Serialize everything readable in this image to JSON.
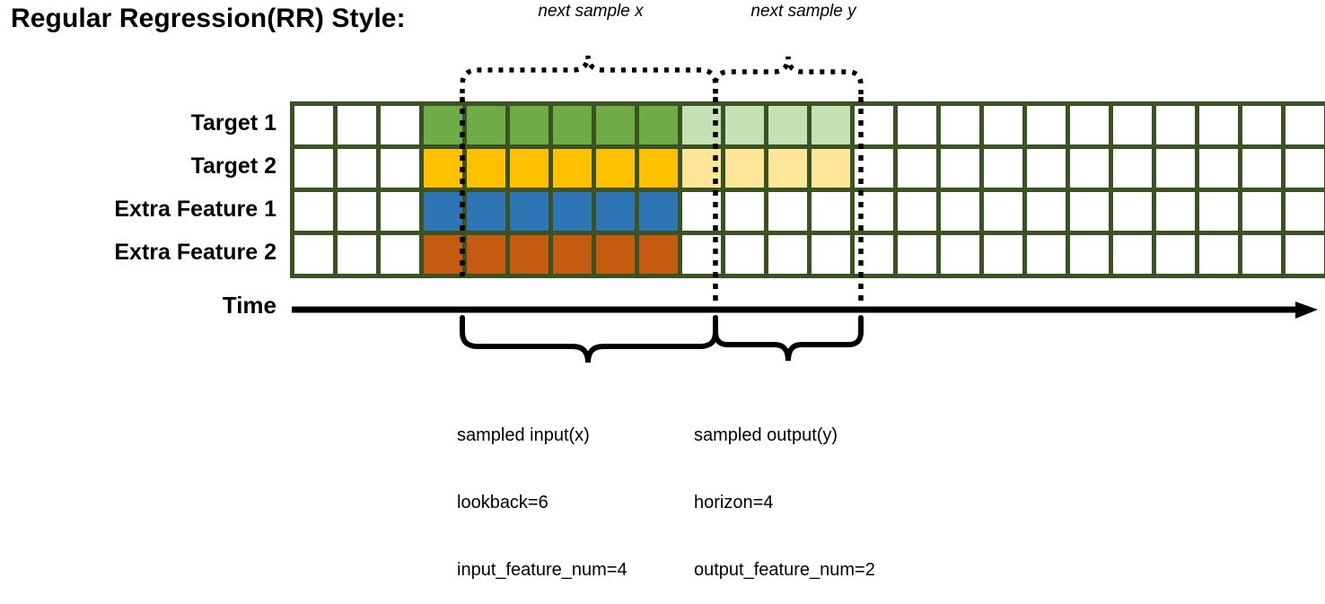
{
  "title": "Regular Regression(RR) Style:",
  "top_annotations": {
    "next_sample_x": "next sample x",
    "next_sample_y": "next sample y"
  },
  "rows": [
    {
      "label": "Target 1",
      "name": "target-1"
    },
    {
      "label": "Target 2",
      "name": "target-2"
    },
    {
      "label": "Extra Feature 1",
      "name": "extra-feature-1"
    },
    {
      "label": "Extra Feature 2",
      "name": "extra-feature-2"
    }
  ],
  "axis": {
    "label": "Time"
  },
  "bottom_annotations": {
    "input": {
      "title": "sampled input(x)",
      "lookback": "lookback=6",
      "feature_num": "input_feature_num=4"
    },
    "output": {
      "title": "sampled output(y)",
      "horizon": "horizon=4",
      "feature_num": "output_feature_num=2"
    }
  },
  "chart_data": {
    "type": "heatmap",
    "title": "Regular Regression(RR) Style:",
    "xlabel": "Time",
    "ylabel": "",
    "grid": true,
    "legend_position": "none",
    "columns_total": 24,
    "segments": {
      "pre_window": {
        "start_col": 0,
        "count": 3
      },
      "input_window": {
        "start_col": 3,
        "count": 6,
        "label": "sampled input(x)",
        "lookback": 6,
        "input_feature_num": 4
      },
      "output_window": {
        "start_col": 9,
        "count": 4,
        "label": "sampled output(y)",
        "horizon": 4,
        "output_feature_num": 2
      },
      "post_window": {
        "start_col": 13,
        "count": 11
      }
    },
    "categories": [
      "Target 1",
      "Target 2",
      "Extra Feature 1",
      "Extra Feature 2"
    ],
    "series": [
      {
        "name": "Target 1",
        "fills": [
          "white",
          "white",
          "white",
          "green",
          "green",
          "green",
          "green",
          "green",
          "green",
          "green-light",
          "green-light",
          "green-light",
          "green-light",
          "white",
          "white",
          "white",
          "white",
          "white",
          "white",
          "white",
          "white",
          "white",
          "white",
          "white"
        ]
      },
      {
        "name": "Target 2",
        "fills": [
          "white",
          "white",
          "white",
          "gold",
          "gold",
          "gold",
          "gold",
          "gold",
          "gold",
          "gold-light",
          "gold-light",
          "gold-light",
          "gold-light",
          "white",
          "white",
          "white",
          "white",
          "white",
          "white",
          "white",
          "white",
          "white",
          "white",
          "white"
        ]
      },
      {
        "name": "Extra Feature 1",
        "fills": [
          "white",
          "white",
          "white",
          "blue",
          "blue",
          "blue",
          "blue",
          "blue",
          "blue",
          "white",
          "white",
          "white",
          "white",
          "white",
          "white",
          "white",
          "white",
          "white",
          "white",
          "white",
          "white",
          "white",
          "white",
          "white"
        ]
      },
      {
        "name": "Extra Feature 2",
        "fills": [
          "white",
          "white",
          "white",
          "orange",
          "orange",
          "orange",
          "orange",
          "orange",
          "orange",
          "white",
          "white",
          "white",
          "white",
          "white",
          "white",
          "white",
          "white",
          "white",
          "white",
          "white",
          "white",
          "white",
          "white",
          "white"
        ]
      }
    ]
  },
  "colors": {
    "grid_border": "#3b5323",
    "white": "#ffffff",
    "green": "#6fab46",
    "green-light": "#c5e0b4",
    "gold": "#ffc000",
    "gold-light": "#ffe699",
    "blue": "#2e75b6",
    "orange": "#c55a11",
    "line": "#000000"
  }
}
